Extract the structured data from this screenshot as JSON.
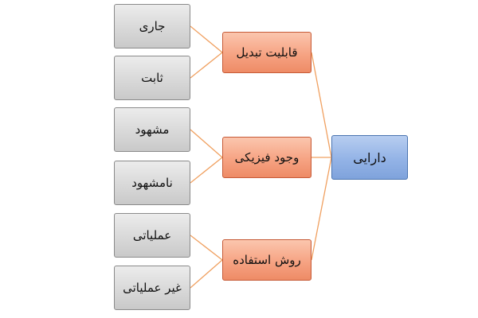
{
  "root": {
    "label": "دارایی"
  },
  "groups": [
    {
      "label": "قابلیت تبدیل",
      "children": [
        "جاری",
        "ثابت"
      ]
    },
    {
      "label": "وجود فیزیکی",
      "children": [
        "مشهود",
        "نامشهود"
      ]
    },
    {
      "label": "روش استفاده",
      "children": [
        "عملیاتی",
        "غیر عملیاتی"
      ]
    }
  ],
  "colors": {
    "connector": "#f0a060",
    "leaf_fill": "#d6d6d6",
    "leaf_border": "#8a8a8a",
    "group_fill": "#f6a383",
    "group_border": "#c65a36",
    "root_fill": "#93b3e6",
    "root_border": "#4a74b0"
  }
}
